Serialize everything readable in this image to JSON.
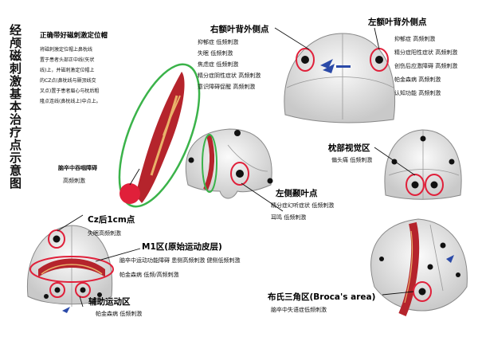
{
  "title": "经颅磁刺激基本治疗点示意图",
  "instructions": {
    "heading": "正确带好磁刺激定位帽",
    "lines": [
      "将磁刺激定位帽上鼻枕线",
      "置于患者头部正中线(矢状",
      "线)上，并磁刺激定位帽上",
      "的CZ点(鼻枕线与颞顶线交",
      "叉点)置于患者眉心与枕后粗",
      "隆点连线(鼻枕线上)中点上。"
    ]
  },
  "right_forehead": {
    "heading": "右额叶背外侧点",
    "items": [
      "抑郁症 低频刺激",
      "失眠 低频刺激",
      "焦虑症 低频刺激",
      "精分症阴性症状 高频刺激",
      "意识障碍促醒 高频刺激"
    ]
  },
  "left_forehead": {
    "heading": "左额叶背外侧点",
    "items": [
      "抑郁症 高频刺激",
      "精分症阳性症状 高频刺激",
      "创伤后应激障碍 高频刺激",
      "帕金森病 高频刺激",
      "认知功能 高频刺激"
    ]
  },
  "medulla": {
    "heading": "脑卒中吞咽障碍",
    "item": "高频刺激"
  },
  "occipital": {
    "heading": "枕部视觉区",
    "item": "偏头痛 低频刺激"
  },
  "left_temporal": {
    "heading": "左侧颞叶点",
    "items": [
      "精分症幻听症状 低频刺激",
      "耳鸣 低频刺激"
    ]
  },
  "cz": {
    "heading": "Cz后1cm点",
    "item": "失眠高频刺激"
  },
  "m1": {
    "heading": "M1区(原始运动皮层)",
    "items": [
      "脑卒中运动功能障碍 患侧高频刺激 健侧低频刺激",
      "帕金森病 低频/高频刺激"
    ]
  },
  "aux": {
    "heading": "辅助运动区",
    "item": "帕金森病 低频刺激"
  },
  "broca": {
    "heading": "布氏三角区(Broca's area)",
    "item": "脑卒中失语症低频刺激"
  },
  "colors": {
    "accent": "#e0203a",
    "green": "#3bb34a",
    "cap": "#eeeeee",
    "stripe": "#b5242c"
  }
}
